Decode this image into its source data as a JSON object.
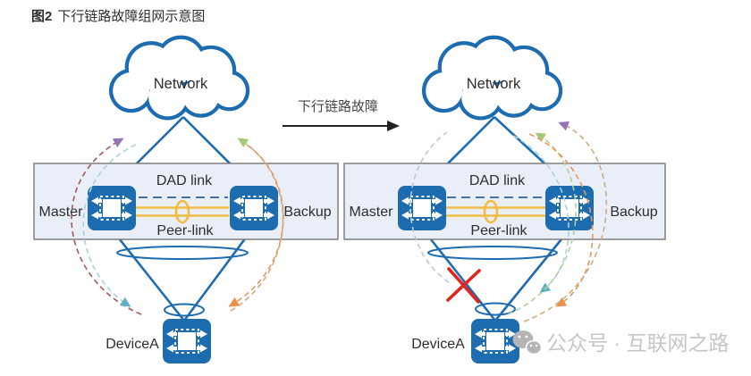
{
  "title": {
    "tag": "图2",
    "text": "下行链路故障组网示意图"
  },
  "transition": {
    "label": "下行链路故障"
  },
  "diagram_left": {
    "network": "Network",
    "master": "Master",
    "backup": "Backup",
    "dad_link": "DAD link",
    "peer_link": "Peer-link",
    "device": "DeviceA"
  },
  "diagram_right": {
    "network": "Network",
    "master": "Master",
    "backup": "Backup",
    "dad_link": "DAD link",
    "peer_link": "Peer-link",
    "device": "DeviceA"
  },
  "watermark": {
    "text": "公众号 · 互联网之路"
  },
  "icons": {
    "switch": "switch-icon",
    "network_cloud": "network-cloud",
    "link_aggregation": "link-aggregation-ellipse",
    "failure": "link-failure-x-icon",
    "wechat": "wechat-icon",
    "flow_arrows": [
      "upstream-purple-arrow",
      "upstream-green-arrow",
      "downstream-teal-arrow",
      "downstream-orange-arrow"
    ]
  },
  "colors": {
    "main_blue": "#1d6cb0",
    "band_fill": "#e9eef8",
    "band_stroke": "#7e7e7e",
    "peer_yellow": "#f0bd41",
    "failure_red": "#e0241e",
    "flow_purple": "#9474b4",
    "flow_green": "#a6c87d",
    "flow_teal": "#5fb0c4",
    "flow_orange": "#ec8f4b",
    "arc_maroon": "#a05a58",
    "arc_teal": "#a9d4da",
    "arc_tan": "#ccac80",
    "arc_orange": "#e5975c",
    "arc_green": "#b5d093",
    "arc_gray": "#b9c8d8",
    "dad_blue": "#4a6f9e",
    "label_color": "#2d2d2d",
    "watermark_gray": "#c6c6c6"
  }
}
